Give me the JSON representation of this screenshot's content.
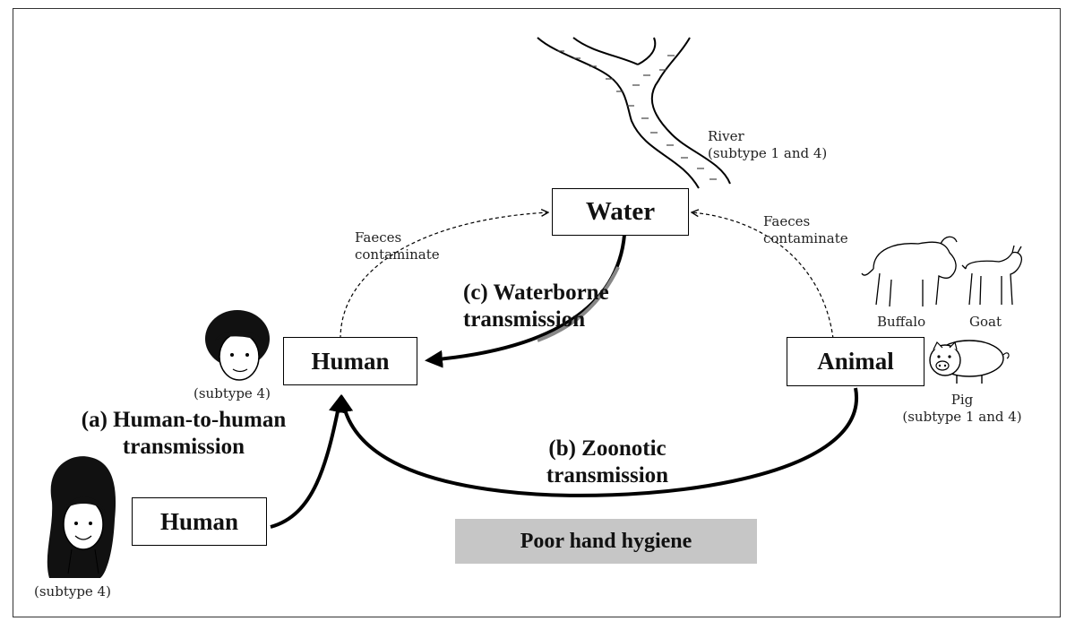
{
  "nodes": {
    "water": "Water",
    "human_center": "Human",
    "animal": "Animal",
    "human_bottom": "Human"
  },
  "routes": {
    "waterborne_line1": "(c) Waterborne",
    "waterborne_line2": "transmission",
    "human_line1": "(a) Human-to-human",
    "human_line2": "transmission",
    "zoonotic_line1": "(b) Zoonotic",
    "zoonotic_line2": "transmission"
  },
  "annotations": {
    "faeces_left_1": "Faeces",
    "faeces_left_2": "contaminate",
    "faeces_right_1": "Faeces",
    "faeces_right_2": "contaminate",
    "river_1": "River",
    "river_2": "(subtype 1 and 4)",
    "buffalo": "Buffalo",
    "goat": "Goat",
    "pig_1": "Pig",
    "pig_2": "(subtype 1 and 4)",
    "subtype_top_human": "(subtype 4)",
    "subtype_bottom_human": "(subtype 4)"
  },
  "footer": {
    "hygiene": "Poor hand hygiene"
  }
}
